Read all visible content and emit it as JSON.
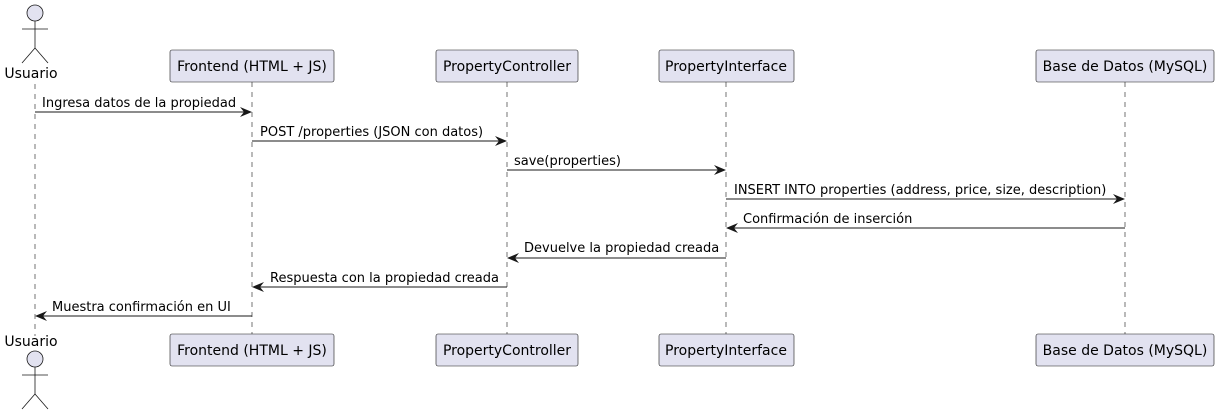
{
  "participants": [
    {
      "id": "usuario",
      "label": "Usuario",
      "kind": "actor"
    },
    {
      "id": "frontend",
      "label": "Frontend (HTML + JS)",
      "kind": "box"
    },
    {
      "id": "controller",
      "label": "PropertyController",
      "kind": "box"
    },
    {
      "id": "interface",
      "label": "PropertyInterface",
      "kind": "box"
    },
    {
      "id": "db",
      "label": "Base de Datos (MySQL)",
      "kind": "box"
    }
  ],
  "messages": [
    {
      "from": "usuario",
      "to": "frontend",
      "text": "Ingresa datos de la propiedad"
    },
    {
      "from": "frontend",
      "to": "controller",
      "text": "POST /properties (JSON con datos)"
    },
    {
      "from": "controller",
      "to": "interface",
      "text": "save(properties)"
    },
    {
      "from": "interface",
      "to": "db",
      "text": "INSERT INTO properties (address, price, size, description)"
    },
    {
      "from": "db",
      "to": "interface",
      "text": "Confirmación de inserción"
    },
    {
      "from": "interface",
      "to": "controller",
      "text": "Devuelve la propiedad creada"
    },
    {
      "from": "controller",
      "to": "frontend",
      "text": "Respuesta con la propiedad creada"
    },
    {
      "from": "frontend",
      "to": "usuario",
      "text": "Muestra confirmación en UI"
    }
  ]
}
